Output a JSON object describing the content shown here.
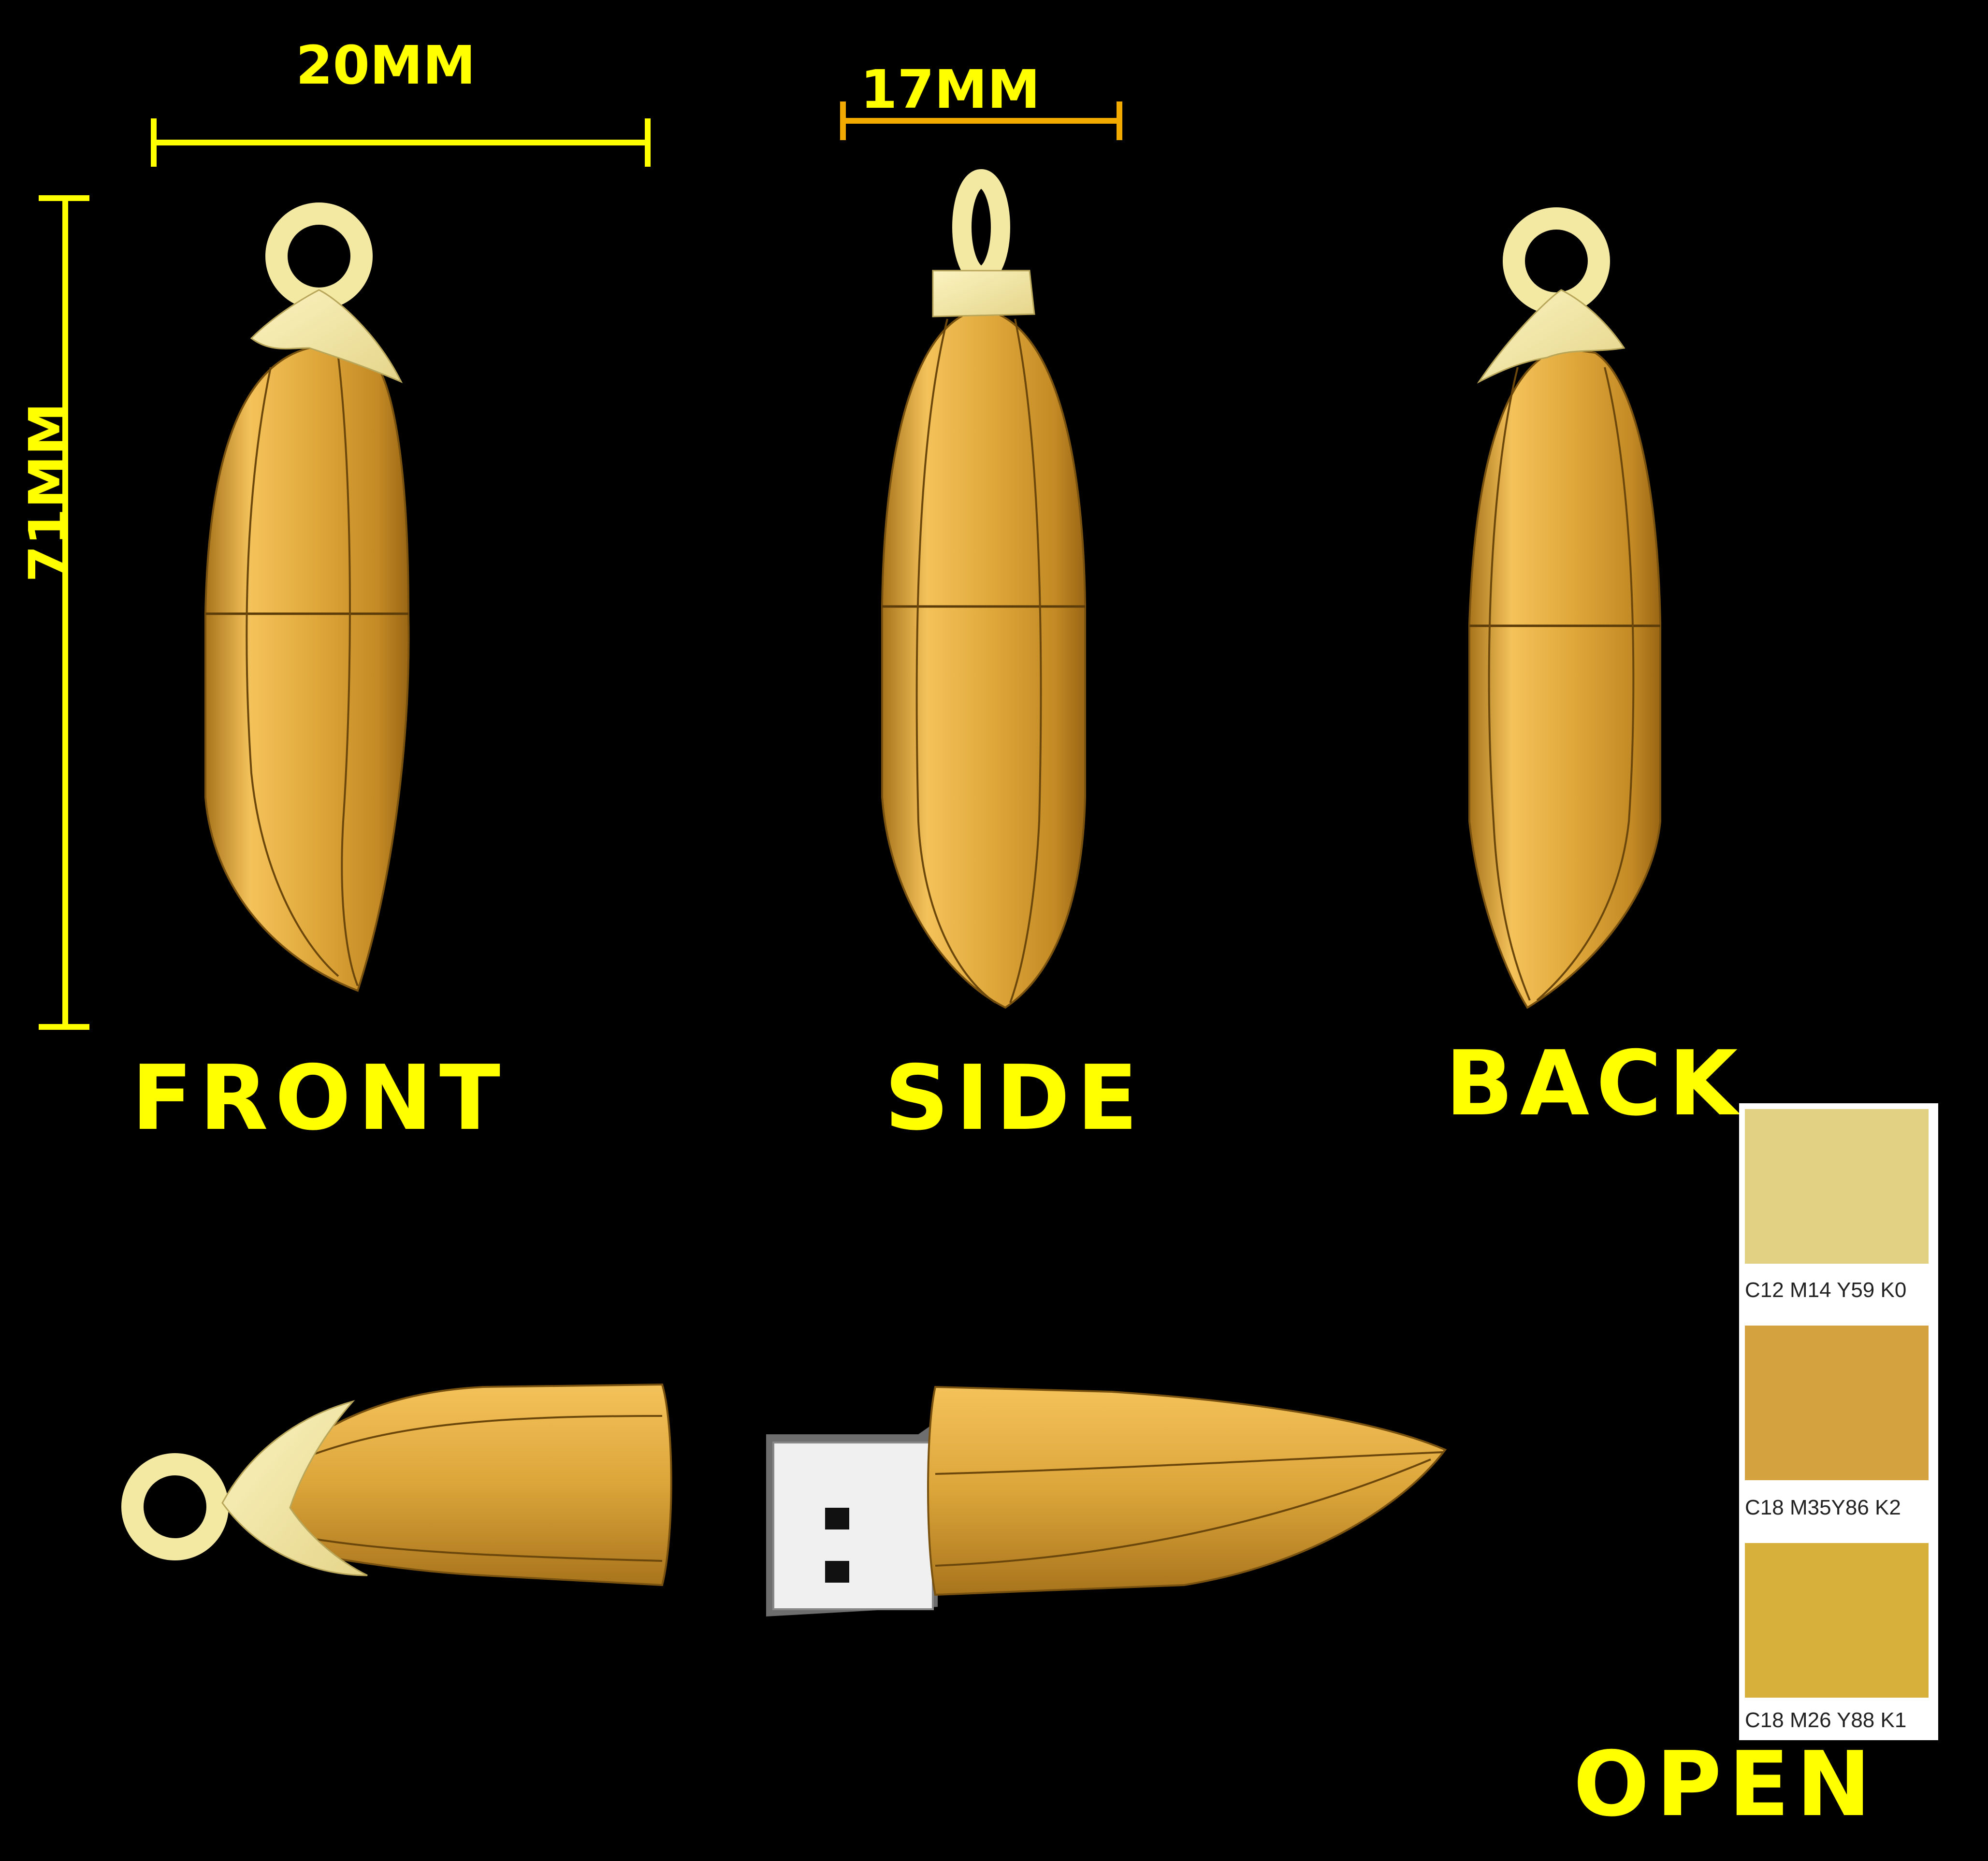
{
  "colors": {
    "label": "#ffff00",
    "dimension_line_width": "#ffff00",
    "dimension_line_side": "#f2a900",
    "body_light": "#f4c25a",
    "body_mid": "#d9a035",
    "body_dark": "#a8741c",
    "cap": "#f4e9a2",
    "connector": "#f0f0f0"
  },
  "dimensions": {
    "front_width": "20MM",
    "side_width": "17MM",
    "height": "71MM"
  },
  "views": {
    "front": "FRONT",
    "side": "SIDE",
    "back": "BACK",
    "open": "OPEN"
  },
  "swatches": [
    {
      "code": "C12 M14 Y59 K0",
      "color": "#e3d183"
    },
    {
      "code": "C18 M35Y86 K2",
      "color": "#d4a340"
    },
    {
      "code": "C18 M26 Y88 K1",
      "color": "#d7b03c"
    }
  ],
  "icons": {
    "front": "gold-capsule-usb-front-icon",
    "side": "gold-capsule-usb-side-icon",
    "back": "gold-capsule-usb-back-icon",
    "open": "open-usb-with-connector-icon"
  }
}
